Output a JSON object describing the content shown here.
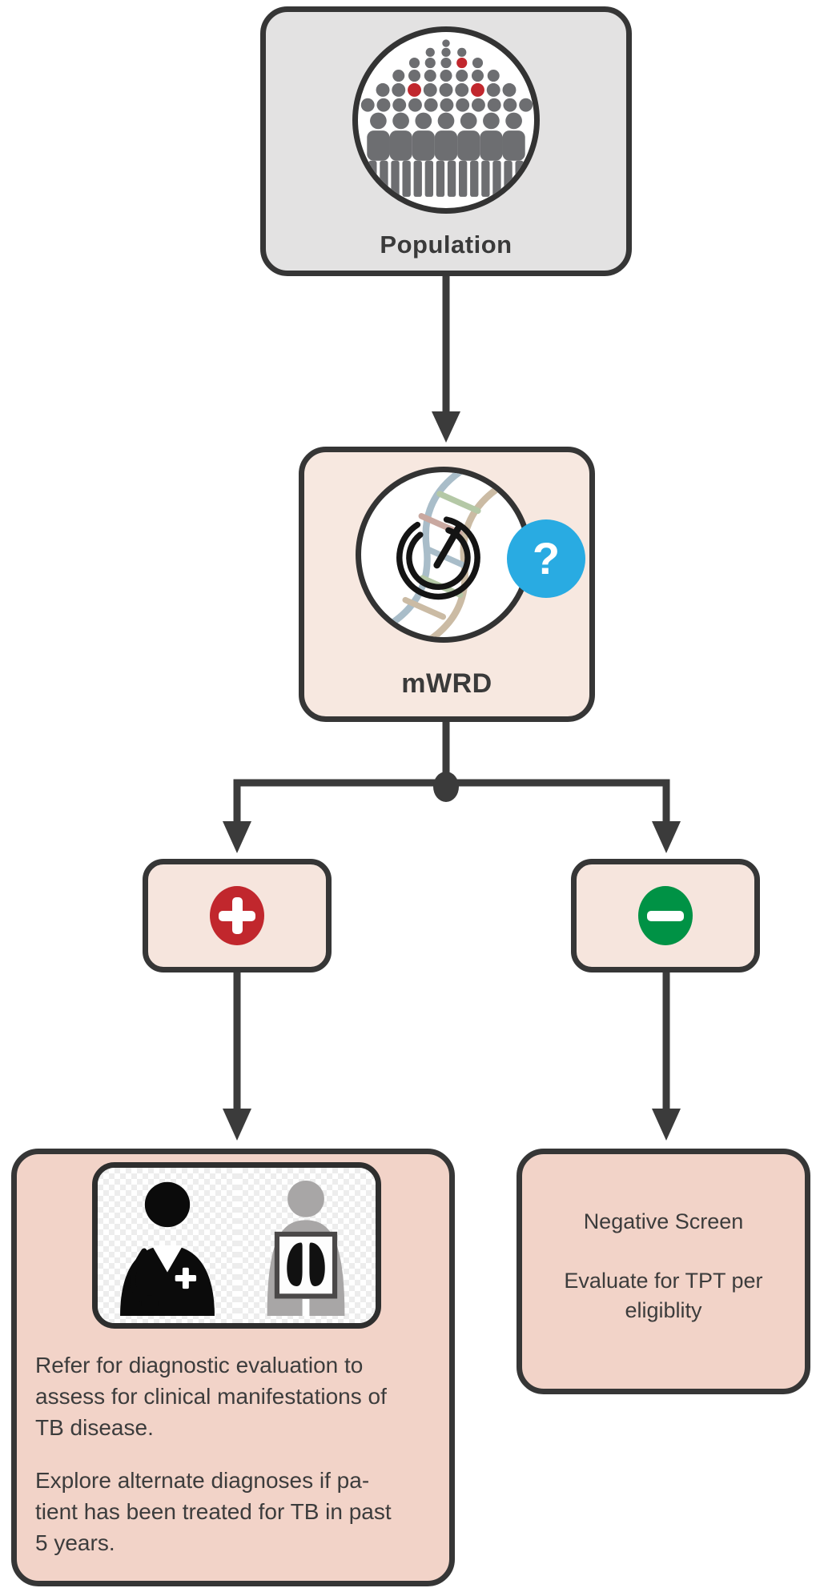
{
  "flowchart": {
    "population": {
      "label": "Population",
      "icon": "population-crowd-icon"
    },
    "mwrd": {
      "label": "mWRD",
      "icon": "molecular-test-dna-icon",
      "help_glyph": "?",
      "help_icon": "question-icon"
    },
    "branches": {
      "positive_symbol": "+",
      "positive_icon": "plus-icon",
      "negative_symbol": "−",
      "negative_icon": "minus-icon"
    },
    "positive_outcome": {
      "icons": [
        "doctor-icon",
        "chest-xray-icon"
      ],
      "paragraph1_lines": [
        "Refer for diagnostic evaluation to",
        "assess for clinical manifestations of",
        "TB disease."
      ],
      "paragraph2_lines": [
        "Explore alternate diagnoses if pa-",
        "tient has been treated for TB in past",
        "5 years."
      ]
    },
    "negative_outcome": {
      "group1_lines": [
        "Negative Screen"
      ],
      "group2_lines": [
        "Evaluate for TPT per",
        "eligiblity"
      ]
    },
    "colors": {
      "population_fill": "#e3e2e2",
      "pink_fill_light": "#f7e8e0",
      "pink_fill_deep": "#f2d3c8",
      "border_dark": "#363636",
      "connector": "#3b3b3b",
      "positive_red": "#c1272d",
      "negative_green": "#009245",
      "help_blue": "#29abe2"
    }
  }
}
